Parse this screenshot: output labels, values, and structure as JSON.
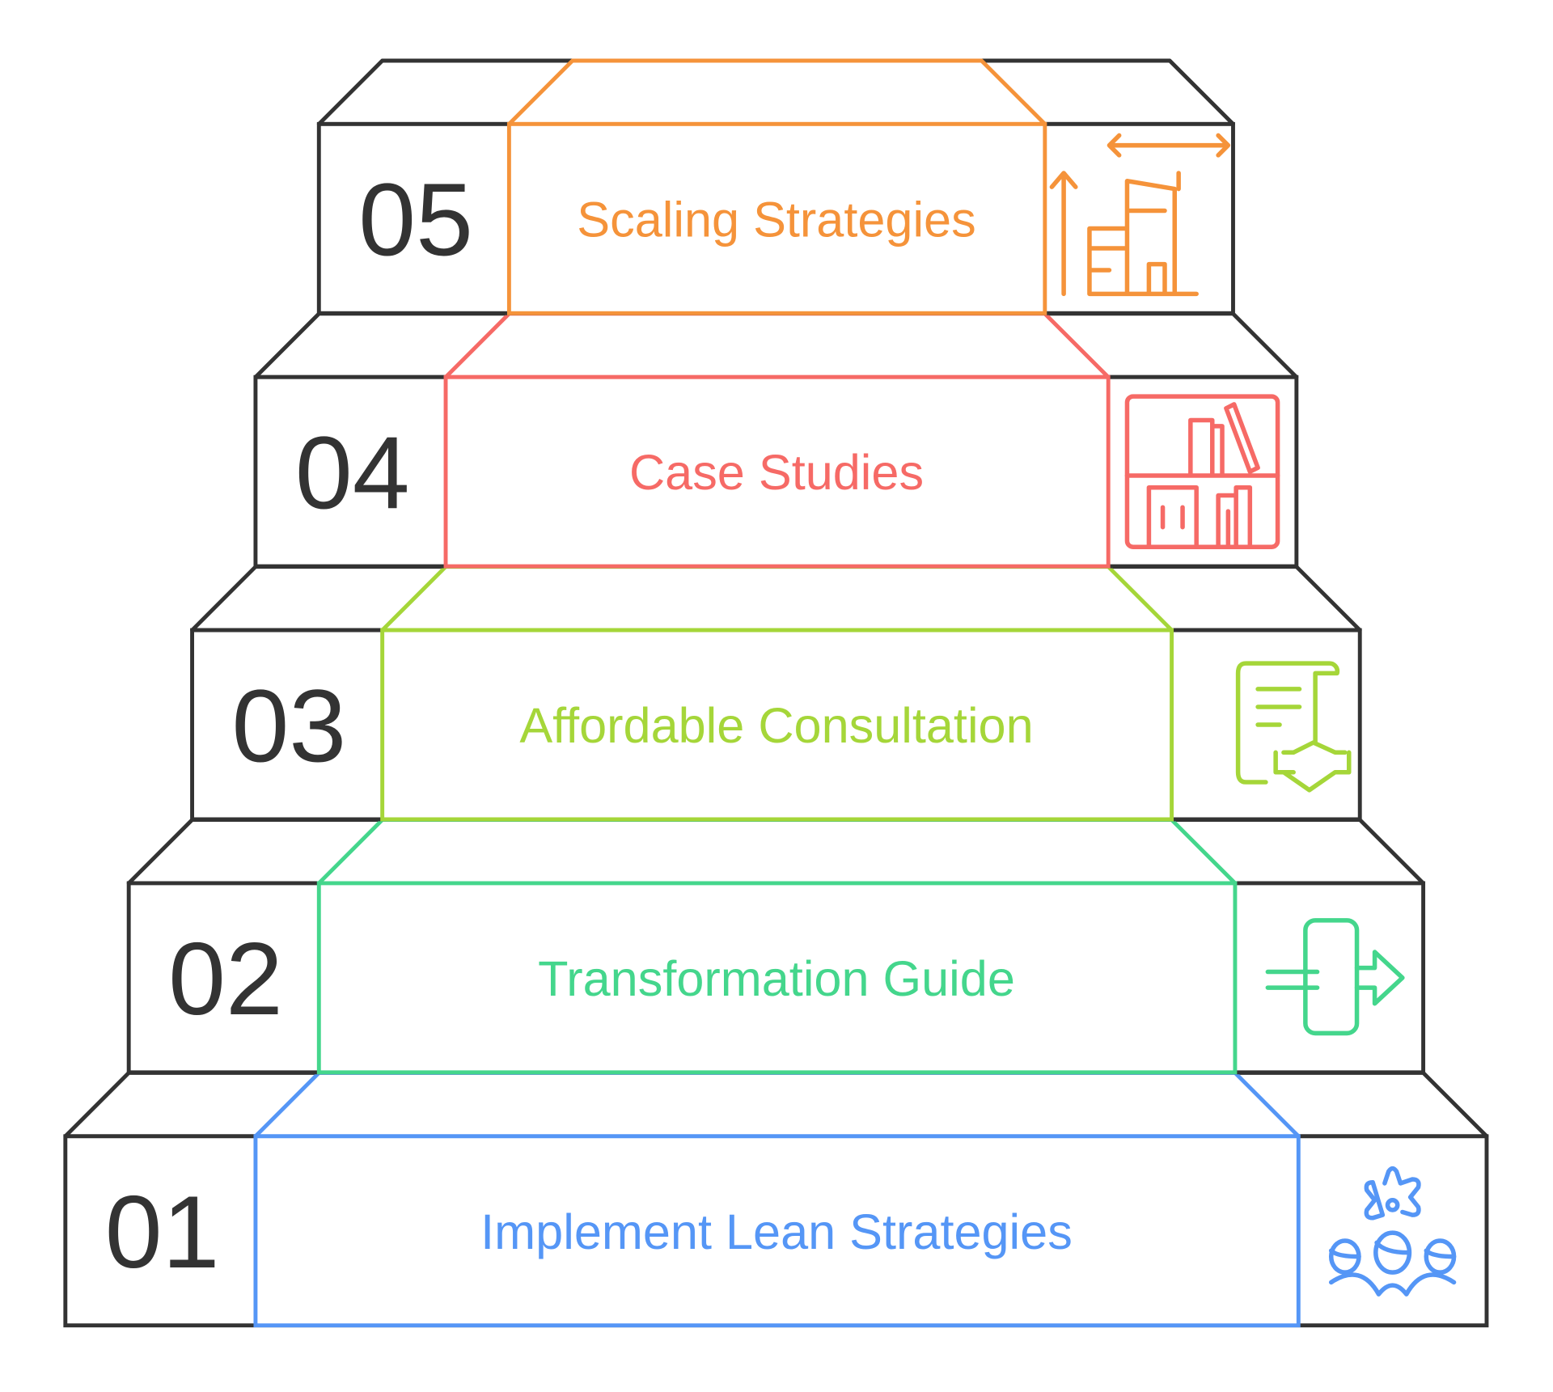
{
  "title": "Staircase diagram",
  "steps": [
    {
      "number": "01",
      "label": "Implement Lean Strategies",
      "icon": "team-gear-icon",
      "color": "#5596F6"
    },
    {
      "number": "02",
      "label": "Transformation Guide",
      "icon": "exit-arrow-icon",
      "color": "#44D68C"
    },
    {
      "number": "03",
      "label": "Affordable Consultation",
      "icon": "contract-handshake-icon",
      "color": "#A5D639"
    },
    {
      "number": "04",
      "label": "Case Studies",
      "icon": "bookshelf-icon",
      "color": "#F66A66"
    },
    {
      "number": "05",
      "label": "Scaling Strategies",
      "icon": "building-scale-icon",
      "color": "#F5933A"
    }
  ],
  "outline_color": "#333333"
}
